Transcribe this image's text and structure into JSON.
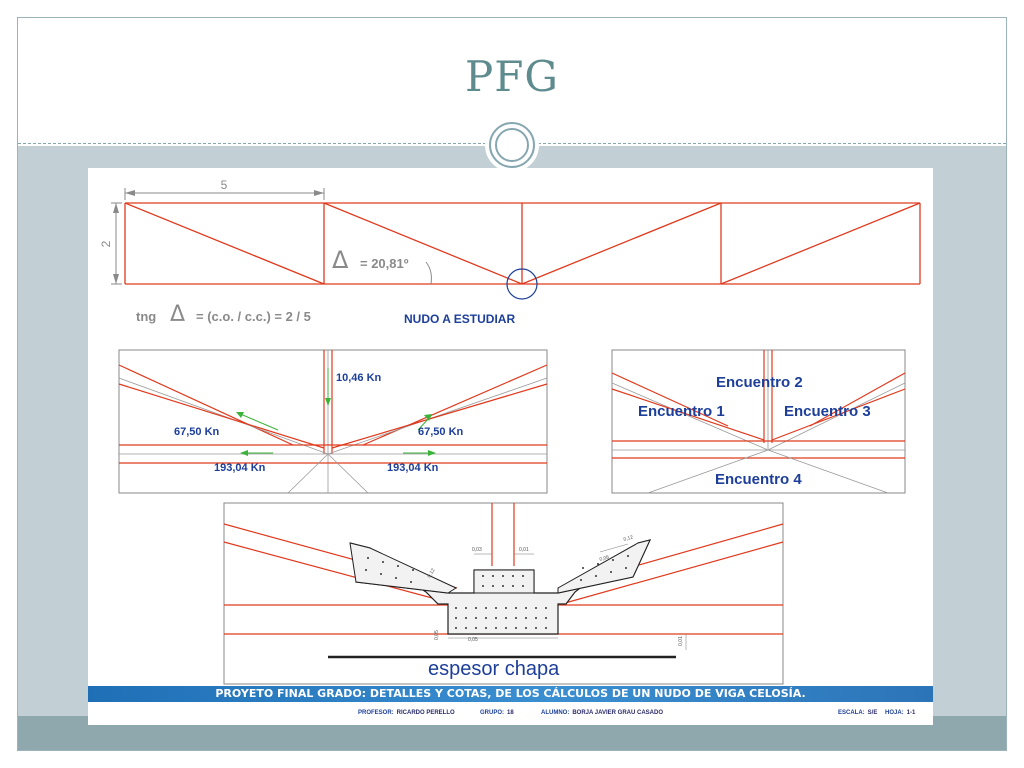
{
  "slide": {
    "title": "PFG"
  },
  "drawing": {
    "truss": {
      "dim_width": "5",
      "dim_height": "2",
      "angle_label": "= 20,81º",
      "angle_symbol": "Δ",
      "formula_prefix": "tng",
      "formula_symbol": "Δ",
      "formula_rest": "= (c.o. / c.c.) = 2 / 5",
      "node_label": "NUDO A ESTUDIAR"
    },
    "forces": {
      "vertical": "10,46 Kn",
      "diag_left": "67,50 Kn",
      "diag_right": "67,50 Kn",
      "chord_left": "193,04 Kn",
      "chord_right": "193,04 Kn"
    },
    "encuentros": {
      "e1": "Encuentro 1",
      "e2": "Encuentro 2",
      "e3": "Encuentro 3",
      "e4": "Encuentro 4"
    },
    "plate": {
      "label": "espesor chapa",
      "d1": "0,03",
      "d2": "0,01",
      "d3": "0,08",
      "d4": "0,12",
      "d5": "0,12",
      "d6": "0,05",
      "d7": "0,05",
      "d8": "0,01"
    }
  },
  "title_block": {
    "banner": "PROYETO FINAL GRADO: DETALLES Y COTAS, DE LOS CÁLCULOS DE UN NUDO DE VIGA CELOSÍA.",
    "profesor_label": "PROFESOR:",
    "profesor": "RICARDO PERELLO",
    "grupo_label": "GRUPO:",
    "grupo": "18",
    "alumno_label": "ALUMNO:",
    "alumno": "BORJA JAVIER GRAU CASADO",
    "escala_label": "ESCALA:",
    "escala": "S/E",
    "hoja_label": "HOJA:",
    "hoja": "1-1"
  },
  "colors": {
    "title": "#5e8b8e",
    "member": "#e03a1e",
    "axis": "#8a8a8a",
    "arrow": "#3bb33b",
    "label_blue": "#1d3f9a",
    "banner": "#2c7fc4"
  }
}
